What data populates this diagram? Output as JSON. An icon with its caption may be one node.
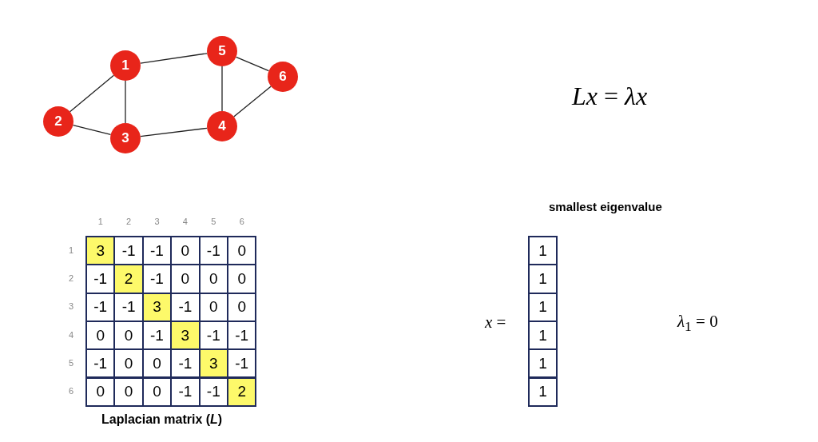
{
  "diagram": {
    "nodes": [
      {
        "text": [
          "1"
        ]
      },
      {
        "text": [
          "2"
        ]
      },
      {
        "text": [
          "3"
        ]
      },
      {
        "text": [
          "4"
        ]
      },
      {
        "text": [
          "5"
        ]
      },
      {
        "text": [
          "6"
        ]
      }
    ],
    "edges": [
      {
        "from": 0,
        "to": 1,
        "arrow": "none"
      },
      {
        "from": 0,
        "to": 2,
        "arrow": "none"
      },
      {
        "from": 0,
        "to": 4,
        "arrow": "none"
      },
      {
        "from": 1,
        "to": 2,
        "arrow": "none"
      },
      {
        "from": 2,
        "to": 3,
        "arrow": "none"
      },
      {
        "from": 3,
        "to": 4,
        "arrow": "none"
      },
      {
        "from": 3,
        "to": 5,
        "arrow": "none"
      },
      {
        "from": 4,
        "to": 5,
        "arrow": "none"
      }
    ],
    "labels": [
      "*Lx* = *λx*",
      "1",
      "2",
      "3",
      "4",
      "5",
      "6",
      "1",
      "3",
      "-1",
      "-1",
      "0",
      "-1",
      "0",
      "2",
      "-1",
      "2",
      "-1",
      "0",
      "0",
      "0",
      "3",
      "-1",
      "-1",
      "3",
      "-1",
      "0",
      "0",
      "4",
      "0",
      "0",
      "-1",
      "3",
      "-1",
      "-1",
      "5",
      "-1",
      "0",
      "0",
      "-1",
      "3",
      "-1",
      "6",
      "0",
      "0",
      "0",
      "-1",
      "-1",
      "2",
      "Laplacian matrix (*L*)",
      "smallest eigenvalue",
      "*x* =",
      "1",
      "1",
      "1",
      "1",
      "1",
      "1",
      "*λ*$_{1}$ = 0"
    ]
  }
}
